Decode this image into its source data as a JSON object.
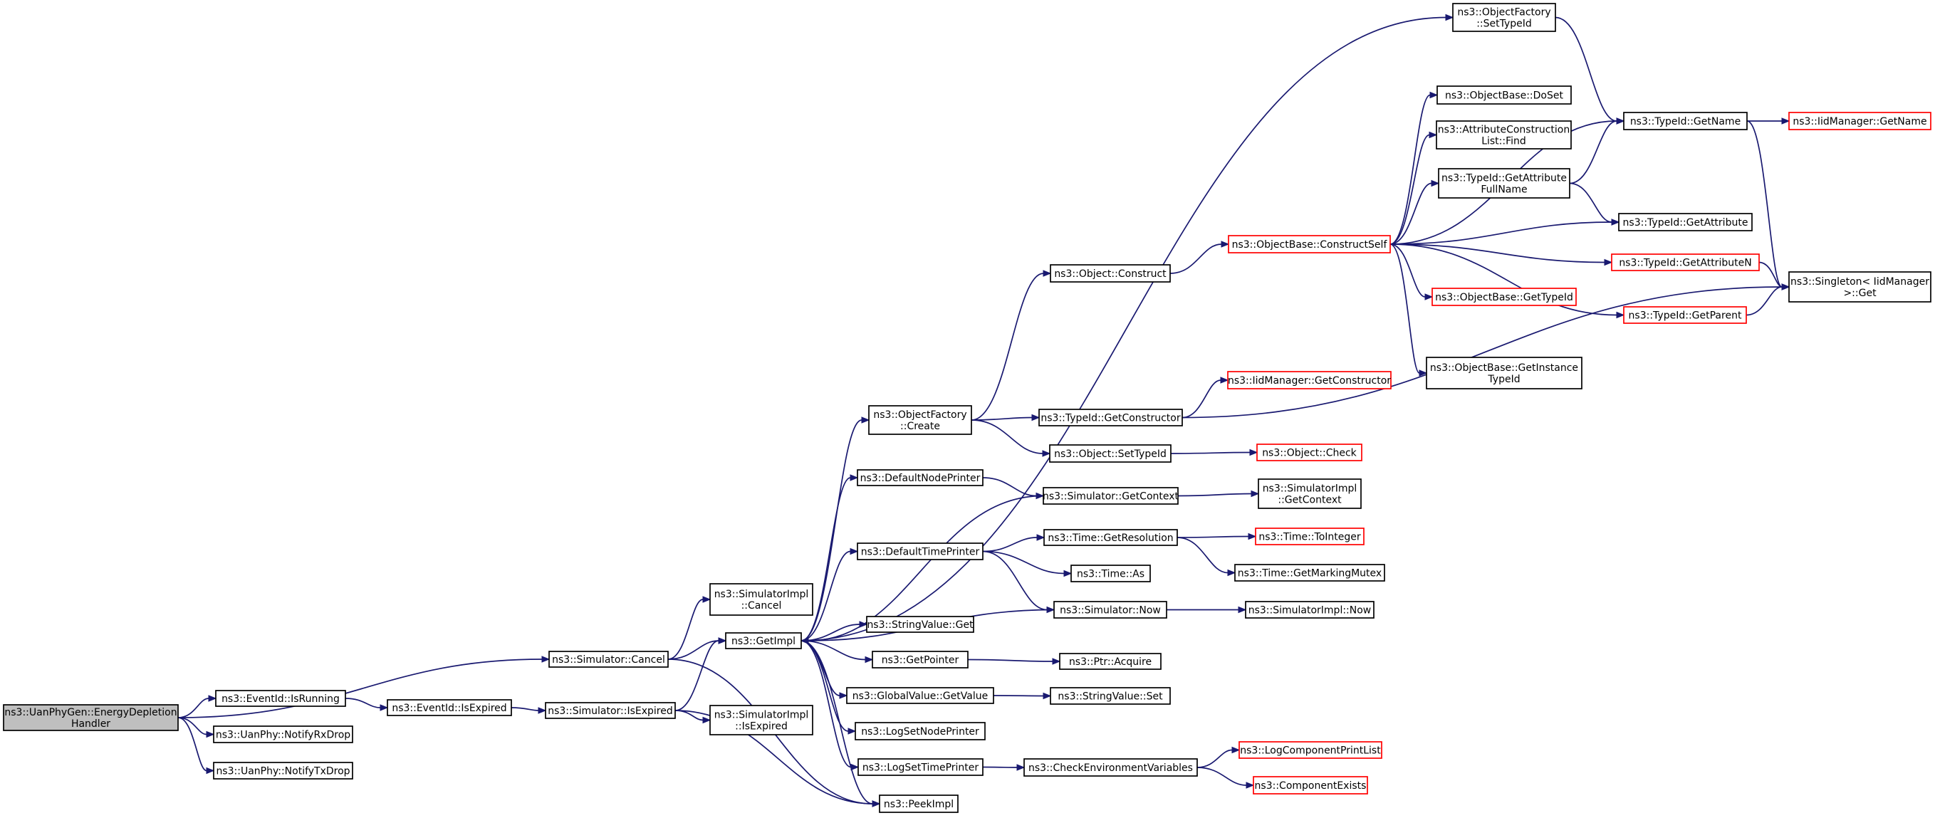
{
  "diagram": {
    "colors": {
      "edge": "#191970",
      "node_border": "#000000",
      "external_border": "#ff0000",
      "root_fill": "#bfbfbf",
      "node_fill": "#ffffff"
    },
    "nodes": [
      {
        "id": "root",
        "lines": [
          "ns3::UanPhyGen::EnergyDepletion",
          "Handler"
        ],
        "kind": "root"
      },
      {
        "id": "eventIsRunning",
        "lines": [
          "ns3::EventId::IsRunning"
        ],
        "kind": "normal"
      },
      {
        "id": "notifyRxDrop",
        "lines": [
          "ns3::UanPhy::NotifyRxDrop"
        ],
        "kind": "normal"
      },
      {
        "id": "notifyTxDrop",
        "lines": [
          "ns3::UanPhy::NotifyTxDrop"
        ],
        "kind": "normal"
      },
      {
        "id": "simCancel",
        "lines": [
          "ns3::Simulator::Cancel"
        ],
        "kind": "normal"
      },
      {
        "id": "eventIsExpired",
        "lines": [
          "ns3::EventId::IsExpired"
        ],
        "kind": "normal"
      },
      {
        "id": "simIsExpired",
        "lines": [
          "ns3::Simulator::IsExpired"
        ],
        "kind": "normal"
      },
      {
        "id": "simImplCancel",
        "lines": [
          "ns3::SimulatorImpl",
          "::Cancel"
        ],
        "kind": "normal"
      },
      {
        "id": "simImplIsExpired",
        "lines": [
          "ns3::SimulatorImpl",
          "::IsExpired"
        ],
        "kind": "normal"
      },
      {
        "id": "getImpl",
        "lines": [
          "ns3::GetImpl"
        ],
        "kind": "normal"
      },
      {
        "id": "peekImpl",
        "lines": [
          "ns3::PeekImpl"
        ],
        "kind": "normal"
      },
      {
        "id": "ofCreate",
        "lines": [
          "ns3::ObjectFactory",
          "::Create"
        ],
        "kind": "normal"
      },
      {
        "id": "defNodePrinter",
        "lines": [
          "ns3::DefaultNodePrinter"
        ],
        "kind": "normal"
      },
      {
        "id": "defTimePrinter",
        "lines": [
          "ns3::DefaultTimePrinter"
        ],
        "kind": "normal"
      },
      {
        "id": "stringValueGet",
        "lines": [
          "ns3::StringValue::Get"
        ],
        "kind": "normal"
      },
      {
        "id": "getPointer",
        "lines": [
          "ns3::GetPointer"
        ],
        "kind": "normal"
      },
      {
        "id": "gvGetValue",
        "lines": [
          "ns3::GlobalValue::GetValue"
        ],
        "kind": "normal"
      },
      {
        "id": "logSetNodePrinter",
        "lines": [
          "ns3::LogSetNodePrinter"
        ],
        "kind": "normal"
      },
      {
        "id": "logSetTimePrinter",
        "lines": [
          "ns3::LogSetTimePrinter"
        ],
        "kind": "normal"
      },
      {
        "id": "ofSetTypeId",
        "lines": [
          "ns3::ObjectFactory",
          "::SetTypeId"
        ],
        "kind": "normal"
      },
      {
        "id": "objConstruct",
        "lines": [
          "ns3::Object::Construct"
        ],
        "kind": "normal"
      },
      {
        "id": "tidGetConstructor",
        "lines": [
          "ns3::TypeId::GetConstructor"
        ],
        "kind": "normal"
      },
      {
        "id": "objSetTypeId",
        "lines": [
          "ns3::Object::SetTypeId"
        ],
        "kind": "normal"
      },
      {
        "id": "simGetContext",
        "lines": [
          "ns3::Simulator::GetContext"
        ],
        "kind": "normal"
      },
      {
        "id": "timeGetResolution",
        "lines": [
          "ns3::Time::GetResolution"
        ],
        "kind": "normal"
      },
      {
        "id": "timeAs",
        "lines": [
          "ns3::Time::As"
        ],
        "kind": "normal"
      },
      {
        "id": "simNow",
        "lines": [
          "ns3::Simulator::Now"
        ],
        "kind": "normal"
      },
      {
        "id": "ptrAcquire",
        "lines": [
          "ns3::Ptr::Acquire"
        ],
        "kind": "normal"
      },
      {
        "id": "stringValueSet",
        "lines": [
          "ns3::StringValue::Set"
        ],
        "kind": "normal"
      },
      {
        "id": "checkEnvVars",
        "lines": [
          "ns3::CheckEnvironmentVariables"
        ],
        "kind": "normal"
      },
      {
        "id": "obConstructSelf",
        "lines": [
          "ns3::ObjectBase::ConstructSelf"
        ],
        "kind": "external"
      },
      {
        "id": "iidGetConstructor",
        "lines": [
          "ns3::IidManager::GetConstructor"
        ],
        "kind": "external"
      },
      {
        "id": "objCheck",
        "lines": [
          "ns3::Object::Check"
        ],
        "kind": "external"
      },
      {
        "id": "simImplGetContext",
        "lines": [
          "ns3::SimulatorImpl",
          "::GetContext"
        ],
        "kind": "normal"
      },
      {
        "id": "timeToInteger",
        "lines": [
          "ns3::Time::ToInteger"
        ],
        "kind": "external"
      },
      {
        "id": "timeGetMarkingMutex",
        "lines": [
          "ns3::Time::GetMarkingMutex"
        ],
        "kind": "normal"
      },
      {
        "id": "simImplNow",
        "lines": [
          "ns3::SimulatorImpl::Now"
        ],
        "kind": "normal"
      },
      {
        "id": "logComponentPrintList",
        "lines": [
          "ns3::LogComponentPrintList"
        ],
        "kind": "external"
      },
      {
        "id": "componentExists",
        "lines": [
          "ns3::ComponentExists"
        ],
        "kind": "external"
      },
      {
        "id": "obDoSet",
        "lines": [
          "ns3::ObjectBase::DoSet"
        ],
        "kind": "normal"
      },
      {
        "id": "acListFind",
        "lines": [
          "ns3::AttributeConstruction",
          "List::Find"
        ],
        "kind": "normal"
      },
      {
        "id": "tidGetAttrFullName",
        "lines": [
          "ns3::TypeId::GetAttribute",
          "FullName"
        ],
        "kind": "normal"
      },
      {
        "id": "obGetTypeId",
        "lines": [
          "ns3::ObjectBase::GetTypeId"
        ],
        "kind": "external"
      },
      {
        "id": "obGetInstanceTypeId",
        "lines": [
          "ns3::ObjectBase::GetInstance",
          "TypeId"
        ],
        "kind": "normal"
      },
      {
        "id": "tidGetName",
        "lines": [
          "ns3::TypeId::GetName"
        ],
        "kind": "normal"
      },
      {
        "id": "tidGetAttribute",
        "lines": [
          "ns3::TypeId::GetAttribute"
        ],
        "kind": "normal"
      },
      {
        "id": "tidGetAttributeN",
        "lines": [
          "ns3::TypeId::GetAttributeN"
        ],
        "kind": "external"
      },
      {
        "id": "tidGetParent",
        "lines": [
          "ns3::TypeId::GetParent"
        ],
        "kind": "external"
      },
      {
        "id": "iidGetName",
        "lines": [
          "ns3::IidManager::GetName"
        ],
        "kind": "external"
      },
      {
        "id": "singletonGet",
        "lines": [
          "ns3::Singleton< IidManager",
          ">::Get"
        ],
        "kind": "normal"
      }
    ],
    "edges": [
      [
        "root",
        "simCancel"
      ],
      [
        "root",
        "eventIsRunning"
      ],
      [
        "root",
        "notifyRxDrop"
      ],
      [
        "root",
        "notifyTxDrop"
      ],
      [
        "eventIsRunning",
        "eventIsExpired"
      ],
      [
        "eventIsExpired",
        "simIsExpired"
      ],
      [
        "simCancel",
        "simImplCancel"
      ],
      [
        "simCancel",
        "getImpl"
      ],
      [
        "simCancel",
        "peekImpl"
      ],
      [
        "simIsExpired",
        "getImpl"
      ],
      [
        "simIsExpired",
        "simImplIsExpired"
      ],
      [
        "simIsExpired",
        "peekImpl"
      ],
      [
        "getImpl",
        "ofSetTypeId"
      ],
      [
        "getImpl",
        "ofCreate"
      ],
      [
        "getImpl",
        "defNodePrinter"
      ],
      [
        "getImpl",
        "defTimePrinter"
      ],
      [
        "getImpl",
        "stringValueGet"
      ],
      [
        "getImpl",
        "getPointer"
      ],
      [
        "getImpl",
        "gvGetValue"
      ],
      [
        "getImpl",
        "logSetNodePrinter"
      ],
      [
        "getImpl",
        "logSetTimePrinter"
      ],
      [
        "getImpl",
        "peekImpl"
      ],
      [
        "simGetContext",
        "getImpl"
      ],
      [
        "simNow",
        "getImpl"
      ],
      [
        "ofCreate",
        "objConstruct"
      ],
      [
        "ofCreate",
        "tidGetConstructor"
      ],
      [
        "ofCreate",
        "objSetTypeId"
      ],
      [
        "defNodePrinter",
        "simGetContext"
      ],
      [
        "defTimePrinter",
        "timeGetResolution"
      ],
      [
        "defTimePrinter",
        "timeAs"
      ],
      [
        "defTimePrinter",
        "simNow"
      ],
      [
        "getPointer",
        "ptrAcquire"
      ],
      [
        "gvGetValue",
        "stringValueSet"
      ],
      [
        "logSetTimePrinter",
        "checkEnvVars"
      ],
      [
        "ofSetTypeId",
        "tidGetName"
      ],
      [
        "objConstruct",
        "obConstructSelf"
      ],
      [
        "tidGetConstructor",
        "iidGetConstructor"
      ],
      [
        "tidGetConstructor",
        "singletonGet"
      ],
      [
        "objSetTypeId",
        "objCheck"
      ],
      [
        "simGetContext",
        "simImplGetContext"
      ],
      [
        "timeGetResolution",
        "timeToInteger"
      ],
      [
        "timeGetResolution",
        "timeGetMarkingMutex"
      ],
      [
        "simNow",
        "simImplNow"
      ],
      [
        "checkEnvVars",
        "logComponentPrintList"
      ],
      [
        "checkEnvVars",
        "componentExists"
      ],
      [
        "obConstructSelf",
        "obDoSet"
      ],
      [
        "obConstructSelf",
        "acListFind"
      ],
      [
        "obConstructSelf",
        "tidGetAttrFullName"
      ],
      [
        "obConstructSelf",
        "tidGetName"
      ],
      [
        "obConstructSelf",
        "tidGetAttribute"
      ],
      [
        "obConstructSelf",
        "tidGetAttributeN"
      ],
      [
        "obConstructSelf",
        "obGetTypeId"
      ],
      [
        "obConstructSelf",
        "tidGetParent"
      ],
      [
        "obConstructSelf",
        "obGetInstanceTypeId"
      ],
      [
        "tidGetAttrFullName",
        "tidGetName"
      ],
      [
        "tidGetAttrFullName",
        "tidGetAttribute"
      ],
      [
        "tidGetName",
        "iidGetName"
      ],
      [
        "tidGetName",
        "singletonGet"
      ],
      [
        "tidGetAttributeN",
        "singletonGet"
      ],
      [
        "tidGetParent",
        "singletonGet"
      ]
    ]
  }
}
